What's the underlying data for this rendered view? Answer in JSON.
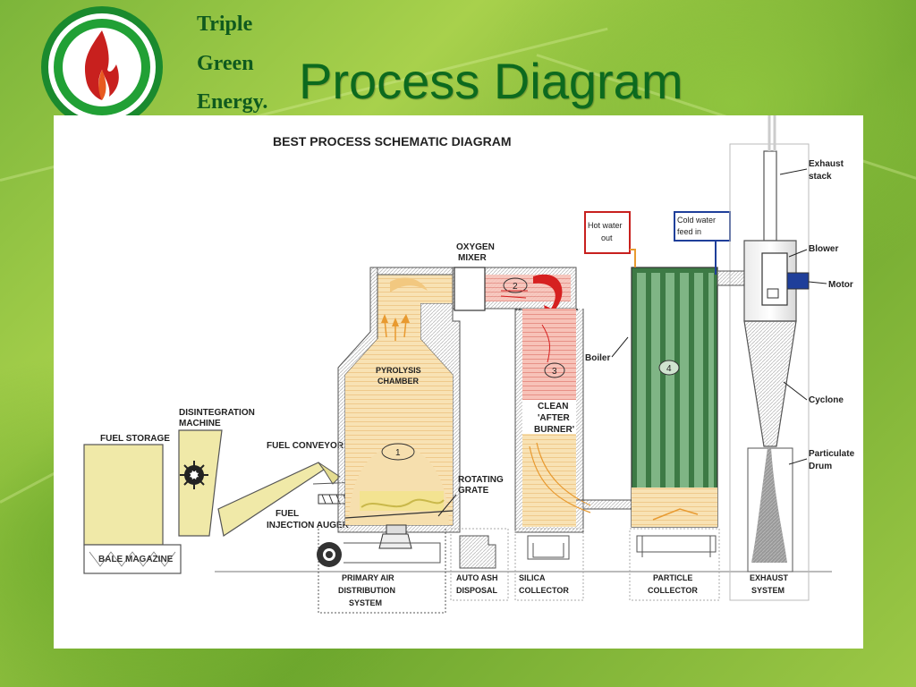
{
  "header": {
    "brand_lines": [
      "Triple",
      "Green",
      "Energy."
    ],
    "title": "Process Diagram"
  },
  "logo": {
    "icon": "flame-icon",
    "ring_color": "#1a8a2e",
    "flame_color": "#c8201e"
  },
  "diagram": {
    "heading": "BEST PROCESS SCHEMATIC DIAGRAM",
    "labels": {
      "fuel_storage": "FUEL STORAGE",
      "bale_magazine": "BALE MAGAZINE",
      "disintegration_1": "DISINTEGRATION",
      "disintegration_2": "MACHINE",
      "fuel_conveyor": "FUEL CONVEYOR",
      "fuel_injection_1": "FUEL",
      "fuel_injection_2": "INJECTION AUGER",
      "oxygen_mixer_1": "OXYGEN",
      "oxygen_mixer_2": "MIXER",
      "pyrolysis_1": "PYROLYSIS",
      "pyrolysis_2": "CHAMBER",
      "rotating_grate_1": "ROTATING",
      "rotating_grate_2": "GRATE",
      "primary_air_1": "PRIMARY AIR",
      "primary_air_2": "DISTRIBUTION",
      "primary_air_3": "SYSTEM",
      "auto_ash_1": "AUTO ASH",
      "auto_ash_2": "DISPOSAL",
      "silica_1": "SILICA",
      "silica_2": "COLLECTOR",
      "clean_1": "CLEAN",
      "clean_2": "'AFTER",
      "clean_3": "BURNER'",
      "boiler": "Boiler",
      "hot_water_1": "Hot water",
      "hot_water_2": "out",
      "cold_water_1": "Cold water",
      "cold_water_2": "feed in",
      "particle_1": "PARTICLE",
      "particle_2": "COLLECTOR",
      "exhaust_stack_1": "Exhaust",
      "exhaust_stack_2": "stack",
      "blower": "Blower",
      "motor": "Motor",
      "cyclone": "Cyclone",
      "particulate_1": "Particulate",
      "particulate_2": "Drum",
      "exhaust_system_1": "EXHAUST",
      "exhaust_system_2": "SYSTEM",
      "n1": "1",
      "n2": "2",
      "n3": "3",
      "n4": "4"
    },
    "colors": {
      "fuel": "#f0e9a8",
      "fire": "#f6d9a0",
      "hot_gas": "#f4a8a0",
      "hot_arrow": "#d62020",
      "boiler_tubes": "#4f8f55",
      "hot_water_box": "#c8201e",
      "cold_water_box": "#1f3f9a",
      "motor": "#1f3f9a"
    }
  }
}
